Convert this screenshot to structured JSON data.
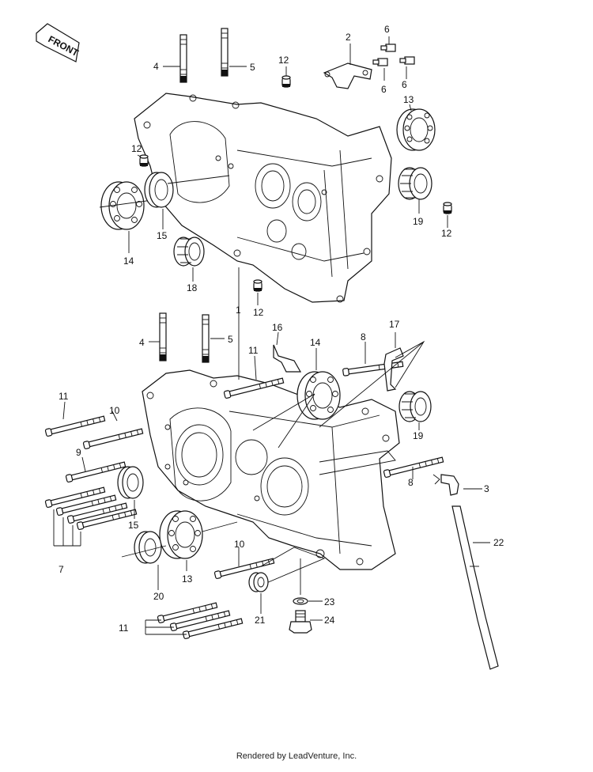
{
  "badge": {
    "text": "FRONT"
  },
  "callouts": {
    "c1": "1",
    "c2": "2",
    "c3": "3",
    "c4a": "4",
    "c4b": "4",
    "c5a": "5",
    "c5b": "5",
    "c6a": "6",
    "c6b": "6",
    "c6c": "6",
    "c7": "7",
    "c8a": "8",
    "c8b": "8",
    "c9": "9",
    "c10a": "10",
    "c10b": "10",
    "c11a": "11",
    "c11b": "11",
    "c11c": "11",
    "c12a": "12",
    "c12b": "12",
    "c12c": "12",
    "c12d": "12",
    "c13a": "13",
    "c13b": "13",
    "c14a": "14",
    "c14b": "14",
    "c15a": "15",
    "c15b": "15",
    "c16": "16",
    "c17": "17",
    "c18": "18",
    "c19a": "19",
    "c19b": "19",
    "c20": "20",
    "c21": "21",
    "c22": "22",
    "c23": "23",
    "c24": "24"
  },
  "footer": {
    "text": "Rendered by LeadVenture, Inc."
  }
}
